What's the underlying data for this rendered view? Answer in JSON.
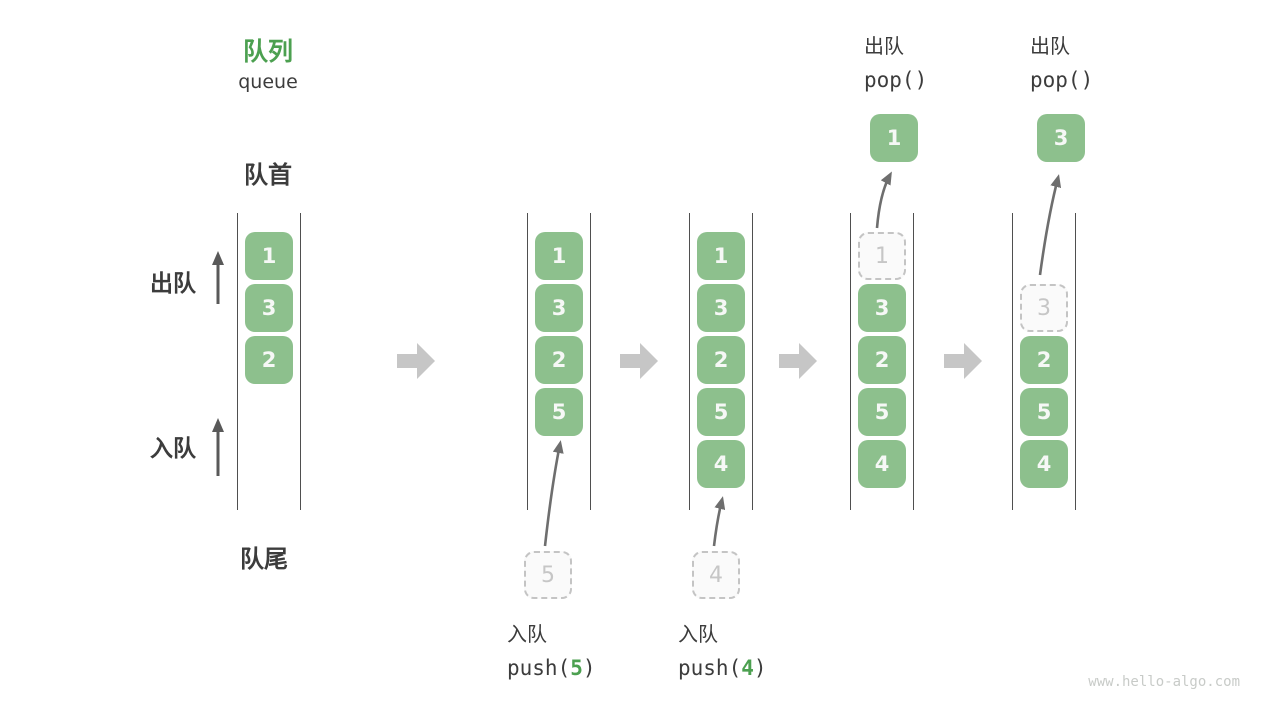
{
  "title": {
    "zh": "队列",
    "en": "queue"
  },
  "side_labels": {
    "front": "队首",
    "rear": "队尾",
    "dequeue": "出队",
    "enqueue": "入队"
  },
  "colors": {
    "accent_green": "#4CA050",
    "box_green": "#8DC08D",
    "text_dark": "#3C3C3C",
    "ghost_border": "#C4C4C4",
    "ghost_text": "#C6C6C6",
    "block_arrow_gray": "#C6C6C6",
    "thin_arrow_gray": "#6E6E6E"
  },
  "steps": [
    {
      "cells": [
        {
          "value": "1",
          "row": 1,
          "ghost": false
        },
        {
          "value": "3",
          "row": 2,
          "ghost": false
        },
        {
          "value": "2",
          "row": 3,
          "ghost": false
        }
      ]
    },
    {
      "cells": [
        {
          "value": "1",
          "row": 1,
          "ghost": false
        },
        {
          "value": "3",
          "row": 2,
          "ghost": false
        },
        {
          "value": "2",
          "row": 3,
          "ghost": false
        },
        {
          "value": "5",
          "row": 4,
          "ghost": false
        }
      ],
      "push": {
        "label": "入队",
        "value": "5",
        "code_pre": "push(",
        "code_arg": "5",
        "code_post": ")"
      }
    },
    {
      "cells": [
        {
          "value": "1",
          "row": 1,
          "ghost": false
        },
        {
          "value": "3",
          "row": 2,
          "ghost": false
        },
        {
          "value": "2",
          "row": 3,
          "ghost": false
        },
        {
          "value": "5",
          "row": 4,
          "ghost": false
        },
        {
          "value": "4",
          "row": 5,
          "ghost": false
        }
      ],
      "push": {
        "label": "入队",
        "value": "4",
        "code_pre": "push(",
        "code_arg": "4",
        "code_post": ")"
      }
    },
    {
      "cells": [
        {
          "value": "1",
          "row": 1,
          "ghost": true
        },
        {
          "value": "3",
          "row": 2,
          "ghost": false
        },
        {
          "value": "2",
          "row": 3,
          "ghost": false
        },
        {
          "value": "5",
          "row": 4,
          "ghost": false
        },
        {
          "value": "4",
          "row": 5,
          "ghost": false
        }
      ],
      "pop": {
        "label": "出队",
        "code": "pop()",
        "value": "1"
      }
    },
    {
      "cells": [
        {
          "value": "3",
          "row": 2,
          "ghost": true
        },
        {
          "value": "2",
          "row": 3,
          "ghost": false
        },
        {
          "value": "5",
          "row": 4,
          "ghost": false
        },
        {
          "value": "4",
          "row": 5,
          "ghost": false
        }
      ],
      "pop": {
        "label": "出队",
        "code": "pop()",
        "value": "3"
      }
    }
  ],
  "watermark": "www.hello-algo.com"
}
